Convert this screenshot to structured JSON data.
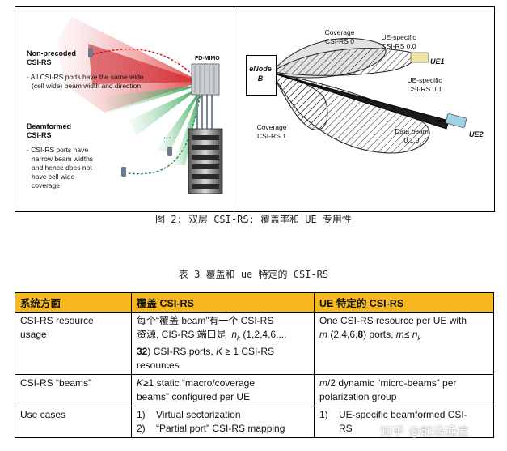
{
  "figure": {
    "left": {
      "nonprecoded_title": "Non-precoded",
      "nonprecoded_title2": "CSI-RS",
      "nonprecoded_desc": [
        "- All CSI-RS ports have the same wide",
        "(cell wide) beam width and direction"
      ],
      "beamformed_title": "Beamformed",
      "beamformed_title2": "CSI-RS",
      "beamformed_desc": [
        "- CSI-RS ports have",
        "narrow beam widths",
        "and hence does not",
        "have cell wide",
        "coverage"
      ],
      "fdmimo_label": "FD-MIMO"
    },
    "right": {
      "enodeb_line1": "eNode",
      "enodeb_line2": "B",
      "coverage0_line1": "Coverage",
      "coverage0_line2": "CSI-RS 0",
      "coverage1_line1": "Coverage",
      "coverage1_line2": "CSI-RS 1",
      "ue_specific00_line1": "UE-specific",
      "ue_specific00_line2": "CSI-RS 0.0",
      "ue_specific01_line1": "UE-specific",
      "ue_specific01_line2": "CSI-RS 0.1",
      "data_beam_line1": "Data beam",
      "data_beam_line2": "0.1.0",
      "ue1": "UE1",
      "ue2": "UE2"
    }
  },
  "caption": "图 2: 双层 CSI-RS: 覆盖率和 UE 专用性",
  "table_title": "表 3 覆盖和 ue 特定的 CSI-RS",
  "table": {
    "headers": [
      "系统方面",
      "覆盖 CSI-RS",
      "UE 特定的 CSI-RS"
    ],
    "row1": {
      "aspect_line1": "CSI-RS resource",
      "aspect_line2": "usage",
      "coverage_a": "每个“覆盖 beam”有一个 CSI-RS",
      "coverage_b": "资源, CIS-RS 端口是",
      "coverage_c": "(1,2,4,6,..,",
      "coverage_d_bold": "32",
      "coverage_d": ") CSI-RS ports,",
      "coverage_e": "≥ 1 CSI-RS",
      "coverage_f": "resources",
      "ue_a": "One CSI-RS resource per UE with",
      "ue_b": "(2,4,6,",
      "ue_b_bold": "8",
      "ue_c": ") ports,",
      "ue_d": "≤"
    },
    "row2": {
      "aspect": "CSI-RS “beams”",
      "coverage_a": "≥1 static “macro/coverage",
      "coverage_b": "beams” configured per UE",
      "ue_a": "/2 dynamic “micro-beams” per",
      "ue_b": "polarization group"
    },
    "row3": {
      "aspect": "Use cases",
      "coverage_items": [
        {
          "num": "1)",
          "text": "Virtual sectorization"
        },
        {
          "num": "2)",
          "text": "“Partial port” CSI-RS mapping"
        }
      ],
      "ue_items": [
        {
          "num": "1)",
          "text": "UE-specific beamformed CSI-"
        },
        {
          "num": "",
          "text": "RS"
        }
      ]
    }
  },
  "watermark": "知乎  @前沿通信"
}
